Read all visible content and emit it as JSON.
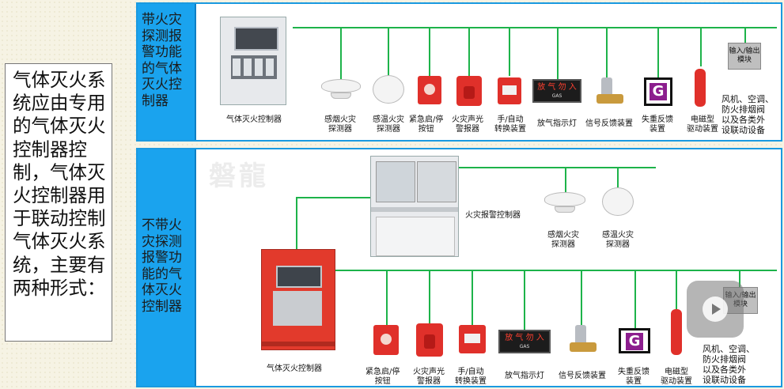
{
  "side_text": "气体灭火系统应由专用的气体灭火控制器控制，气体灭火控制器用于联动控制气体灭火系统，主要有两种形式：",
  "watermark": "磐龍",
  "top": {
    "label": "带火灾探测报警功能的气体灭火控制器",
    "controller": "气体灭火控制器",
    "devices": {
      "smoke": "感烟火灾\n探测器",
      "heat": "感温火灾\n探测器",
      "button": "紧急启/停\n按钮",
      "alarm": "火灾声光\n警报器",
      "switch": "手/自动\n转换装置",
      "lamp": "放气指示灯",
      "feedback": "信号反馈装置",
      "weight": "失重反馈\n装置",
      "solenoid": "电磁型\n驱动装置"
    },
    "module": "输入/输出\n模块",
    "equipment": "风机、空调、\n防火排烟阀\n以及各类外\n设联动设备"
  },
  "bottom": {
    "label": "不带火灾探测报警功能的气体灭火控制器",
    "alarm_controller": "火灾报警控制器",
    "gas_controller": "气体灭火控制器",
    "devices": {
      "smoke": "感烟火灾\n探测器",
      "heat": "感温火灾\n探测器",
      "button": "紧急启/停\n按钮",
      "alarm": "火灾声光\n警报器",
      "switch": "手/自动\n转换装置",
      "lamp": "放气指示灯",
      "feedback": "信号反馈装置",
      "weight": "失重反馈\n装置",
      "solenoid": "电磁型\n驱动装置"
    },
    "module": "输入/输出\n模块",
    "equipment": "风机、空调、\n防火排烟阀\n以及各类外\n设联动设备"
  },
  "lamp_text": "放 气 勿 入",
  "lamp_sub": "GAS",
  "g_letter": "G",
  "colors": {
    "wire": "#1db34a",
    "panel_blue": "#1aa3ee",
    "device_red": "#e0302a"
  }
}
